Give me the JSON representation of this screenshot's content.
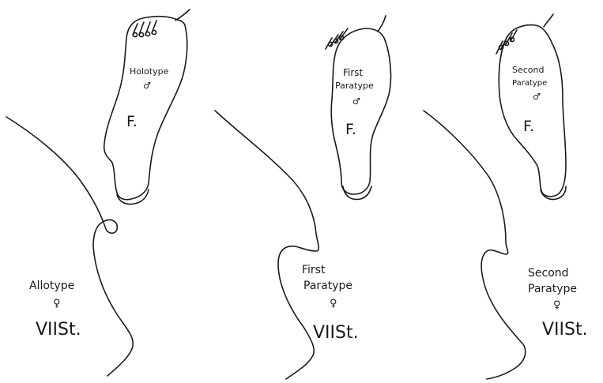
{
  "specimens": [
    {
      "male_label": "Holotype",
      "male_symbol": "♂",
      "male_structure": "F.",
      "female_label_1": "Allotype",
      "female_label_2": "",
      "female_symbol": "♀",
      "female_structure": "VIISt."
    },
    {
      "male_label_1": "First",
      "male_label_2": "Paratype",
      "male_symbol": "♂",
      "male_structure": "F.",
      "female_label_1": "First",
      "female_label_2": "Paratype",
      "female_symbol": "♀",
      "female_structure": "VIISt."
    },
    {
      "male_label_1": "Second",
      "male_label_2": "Paratype",
      "male_symbol": "♂",
      "male_structure": "F.",
      "female_label_1": "Second",
      "female_label_2": "Paratype",
      "female_symbol": "♀",
      "female_structure": "VIISt."
    }
  ]
}
